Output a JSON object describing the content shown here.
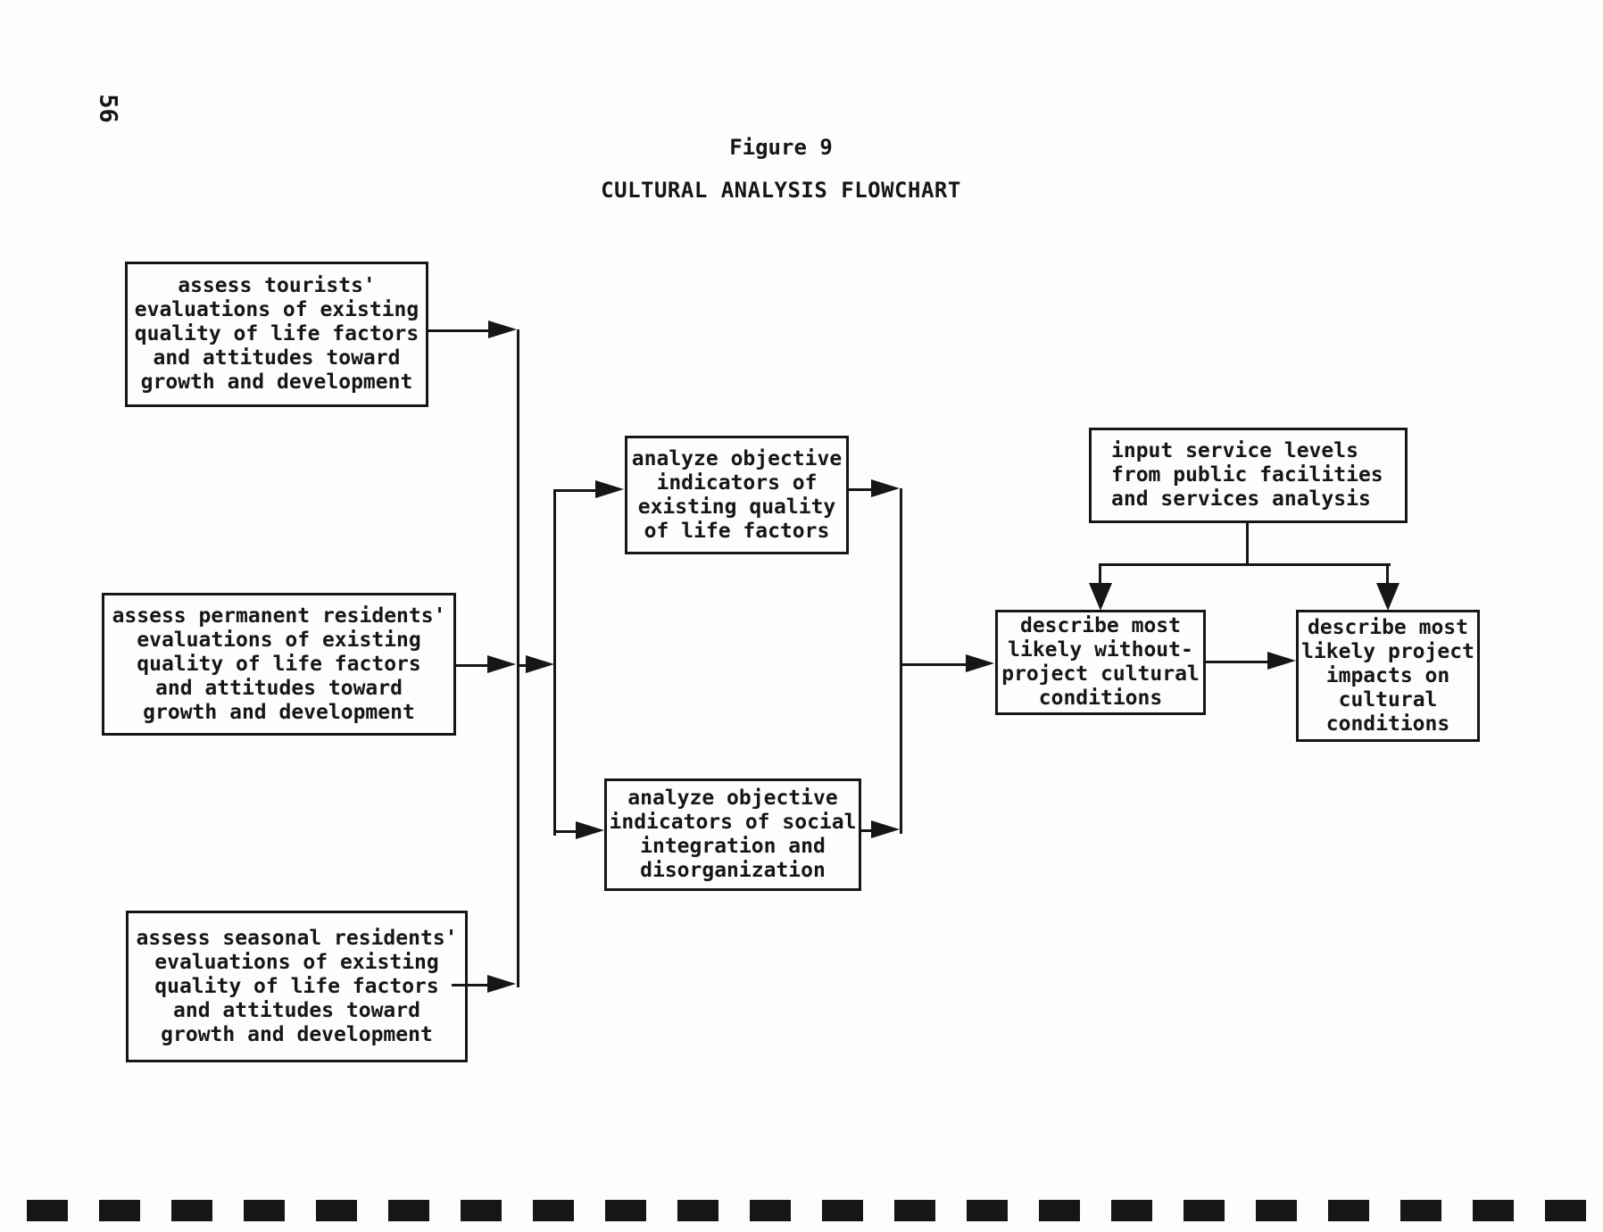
{
  "page": {
    "number": "56"
  },
  "header": {
    "figure_label": "Figure 9",
    "title": "CULTURAL ANALYSIS FLOWCHART"
  },
  "colors": {
    "ink": "#161616",
    "paper": "#fdfdfc"
  },
  "diagram": {
    "nodes": {
      "tourists": {
        "text": "assess tourists'\nevaluations of existing\nquality of life factors\nand attitudes toward\ngrowth and development"
      },
      "permanent": {
        "text": "assess permanent residents'\nevaluations of existing\nquality of life factors\nand attitudes toward\ngrowth and development"
      },
      "seasonal": {
        "text": "assess seasonal residents'\nevaluations of existing\nquality of life factors\nand attitudes toward\ngrowth and development"
      },
      "qol": {
        "text": "analyze objective\nindicators of\nexisting quality\nof life factors"
      },
      "social": {
        "text": "analyze objective\nindicators of social\nintegration and\ndisorganization"
      },
      "input": {
        "text": "input service levels\nfrom public facilities\nand services analysis"
      },
      "without": {
        "text": "describe most\nlikely without-\nproject cultural\nconditions"
      },
      "impacts": {
        "text": "describe most\nlikely project\nimpacts on\ncultural\nconditions"
      }
    }
  }
}
